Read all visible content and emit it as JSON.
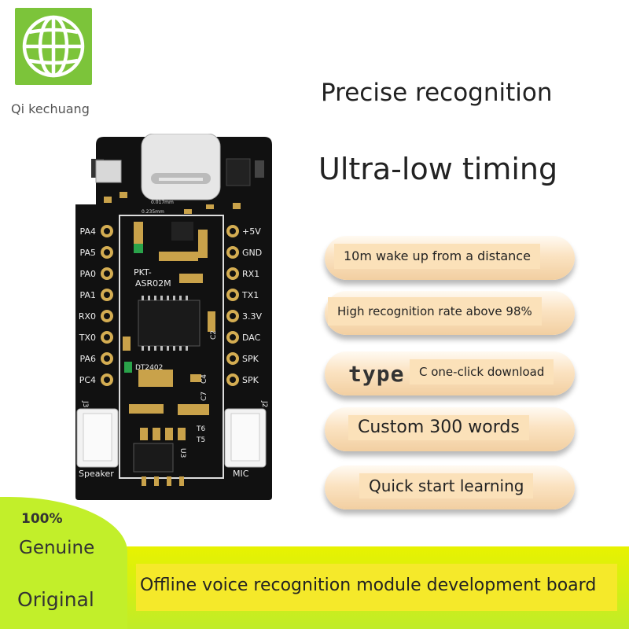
{
  "brand": {
    "name": "Qi kechuang"
  },
  "headlines": {
    "line1": "Precise recognition",
    "line2": "Ultra-low timing"
  },
  "features": [
    {
      "label": "10m wake up from a distance"
    },
    {
      "label": "High recognition rate above 98%"
    },
    {
      "prefix": "type",
      "label": "C one-click download"
    },
    {
      "label": "Custom 300 words"
    },
    {
      "label": "Quick start learning"
    }
  ],
  "badge": {
    "percent": "100%",
    "genuine": "Genuine",
    "original": "Original"
  },
  "banner": {
    "text": "Offline voice recognition module development board"
  },
  "board": {
    "model_line1": "PKT-",
    "model_line2": "ASR02M",
    "chip_label": "DT2402",
    "small_marking": "0.235mm",
    "usb_marking": "0.017mm",
    "left_pins": [
      "PA4",
      "PA5",
      "PA0",
      "PA1",
      "RX0",
      "TX0",
      "PA6",
      "PC4"
    ],
    "right_pins": [
      "+5V",
      "GND",
      "RX1",
      "TX1",
      "3.3V",
      "DAC",
      "SPK",
      "SPK"
    ],
    "speaker_label": "Speaker",
    "mic_label": "MIC",
    "refdes": [
      "C2",
      "C4",
      "C7",
      "T6",
      "T5",
      "U3",
      "J3",
      "J2"
    ]
  },
  "colors": {
    "logo_green": "#7cc43a",
    "banner_yellow": "#f5e92a",
    "lime": "#c3f02a"
  }
}
